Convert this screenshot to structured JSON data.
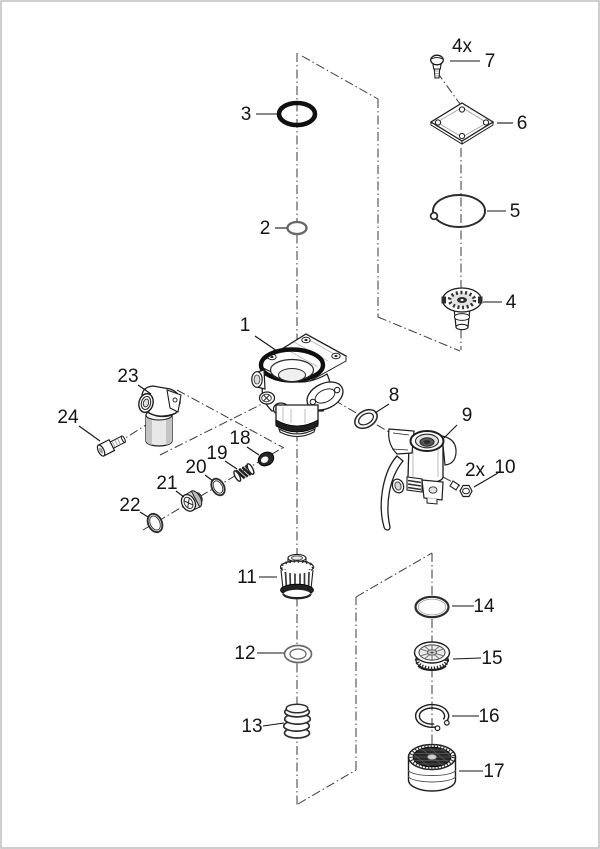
{
  "figure": {
    "type": "exploded-parts-diagram",
    "background": "#ffffff",
    "border_color": "#bdbdbd",
    "ink": "#1d1d1d",
    "centerline_color": "#3a3a3a",
    "seal_color": "#0f0f0f"
  },
  "callouts": {
    "c1": "1",
    "c2": "2",
    "c3": "3",
    "c4": "4",
    "c5": "5",
    "c6": "6",
    "c7": "7",
    "c8": "8",
    "c9": "9",
    "c10": "10",
    "c11": "11",
    "c12": "12",
    "c13": "13",
    "c14": "14",
    "c15": "15",
    "c16": "16",
    "c17": "17",
    "c18": "18",
    "c19": "19",
    "c20": "20",
    "c21": "21",
    "c22": "22",
    "c23": "23",
    "c24": "24",
    "q4x": "4x",
    "q2x": "2x"
  }
}
